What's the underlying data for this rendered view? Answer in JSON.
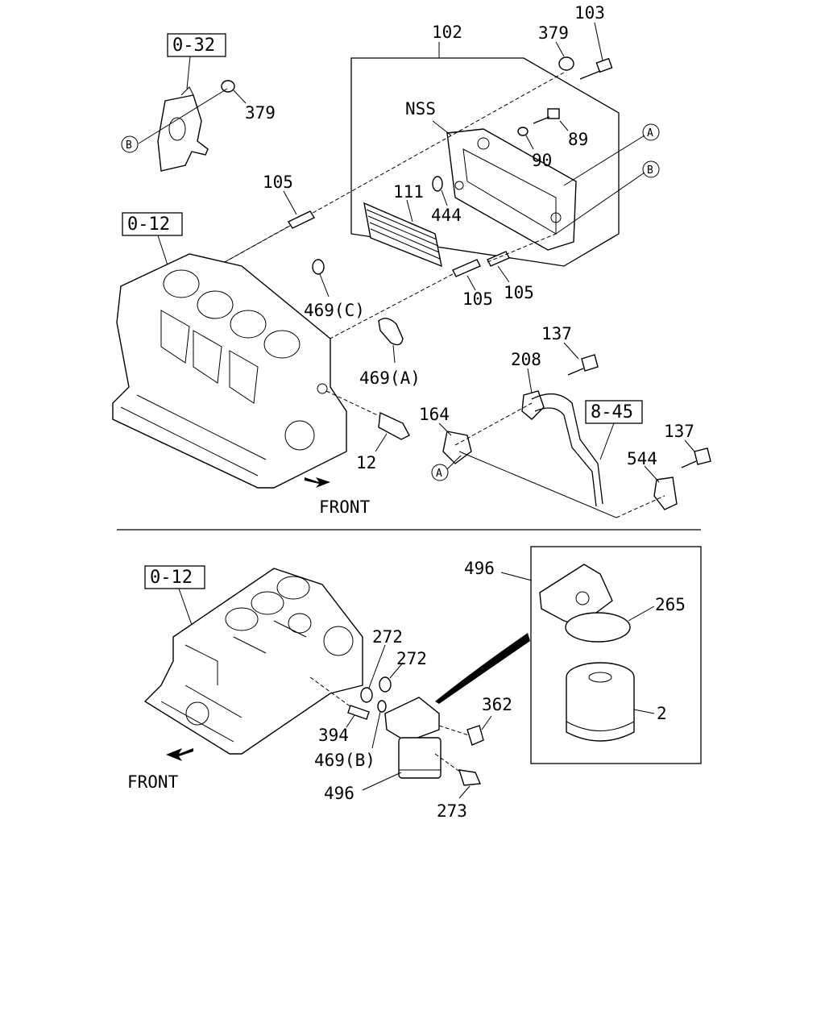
{
  "top": {
    "ref_boxes": {
      "thermostat": "0-32",
      "block": "0-12",
      "hose": "8-45"
    },
    "labels": {
      "p102": "102",
      "p103": "103",
      "p379a": "379",
      "p379b": "379",
      "nss": "NSS",
      "p89": "89",
      "p90": "90",
      "p444": "444",
      "p111": "111",
      "p105a": "105",
      "p105b": "105",
      "p105c": "105",
      "p469c": "469(C)",
      "p469a": "469(A)",
      "p12": "12",
      "p137a": "137",
      "p137b": "137",
      "p208": "208",
      "p164": "164",
      "p544": "544"
    },
    "callouts": {
      "a1": "A",
      "a2": "A",
      "b1": "B",
      "b2": "B"
    },
    "front": "FRONT"
  },
  "bottom": {
    "ref_boxes": {
      "block": "0-12"
    },
    "labels": {
      "p496a": "496",
      "p496b": "496",
      "p265": "265",
      "p2": "2",
      "p272a": "272",
      "p272b": "272",
      "p362": "362",
      "p394": "394",
      "p469b": "469(B)",
      "p273": "273"
    },
    "front": "FRONT"
  }
}
